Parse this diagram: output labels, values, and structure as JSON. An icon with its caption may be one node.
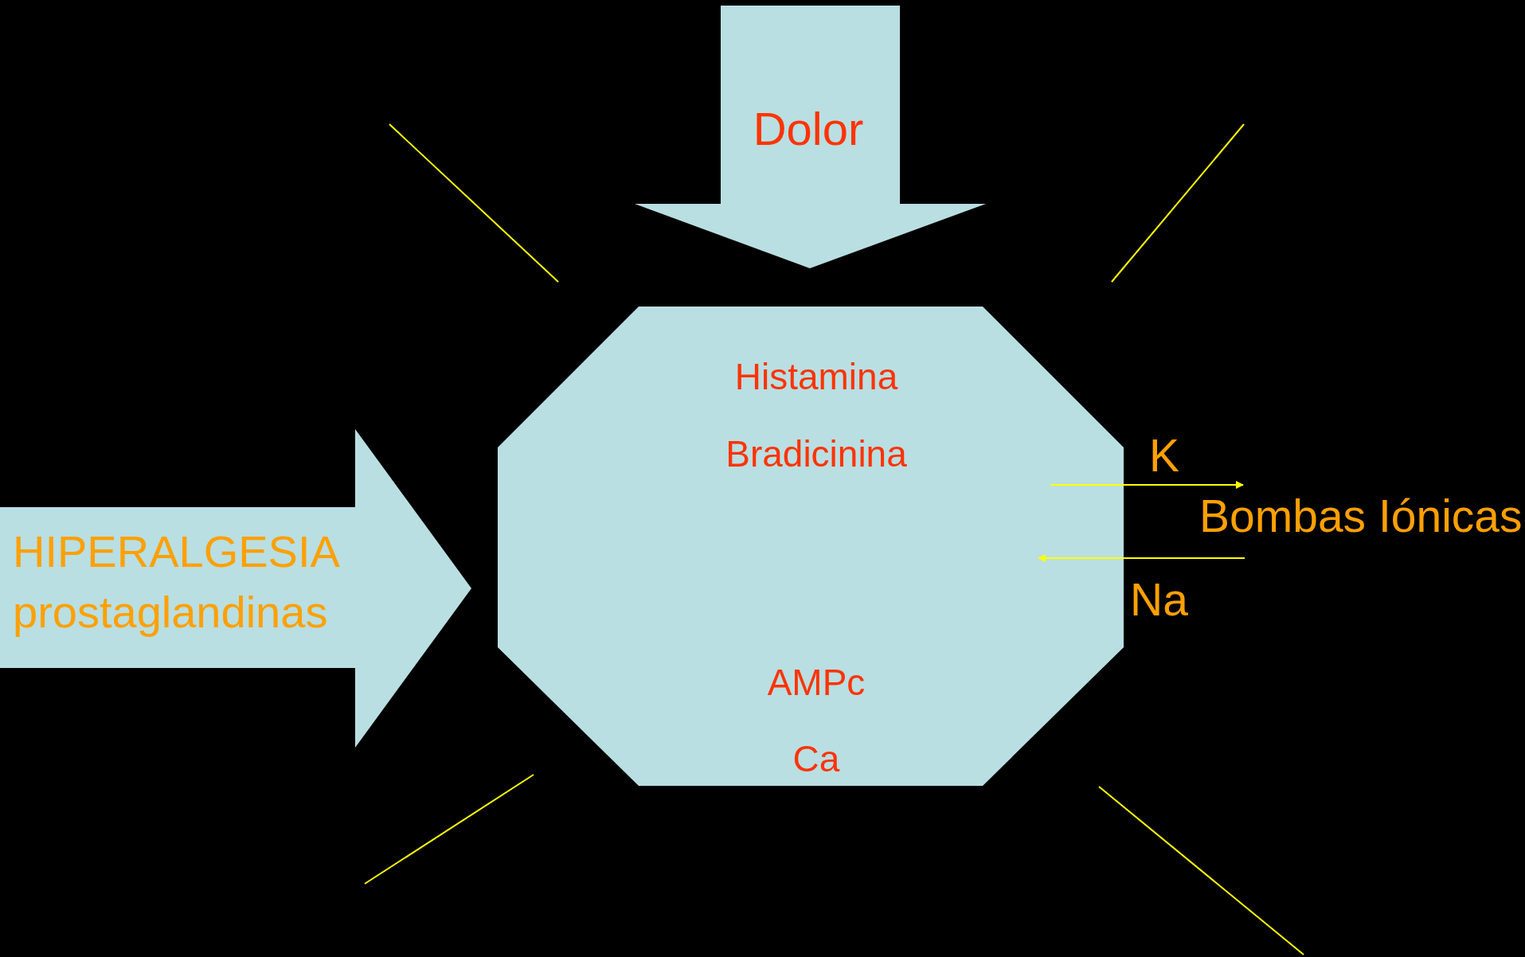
{
  "diagram": {
    "nodes": [
      {
        "text": [
          "Dolor"
        ]
      },
      {
        "text": [
          "HIPERALGESIA",
          "prostaglandinas"
        ]
      },
      {
        "text": [
          "Histamina",
          "Bradicinina",
          "AMPc",
          "Ca"
        ]
      },
      {
        "text": [
          "Bombas Iónicas"
        ]
      }
    ],
    "edges": [
      {
        "from": 2,
        "to": 3,
        "arrow": "to",
        "label": "K"
      },
      {
        "from": 3,
        "to": 2,
        "arrow": "to",
        "label": "Na"
      }
    ]
  }
}
